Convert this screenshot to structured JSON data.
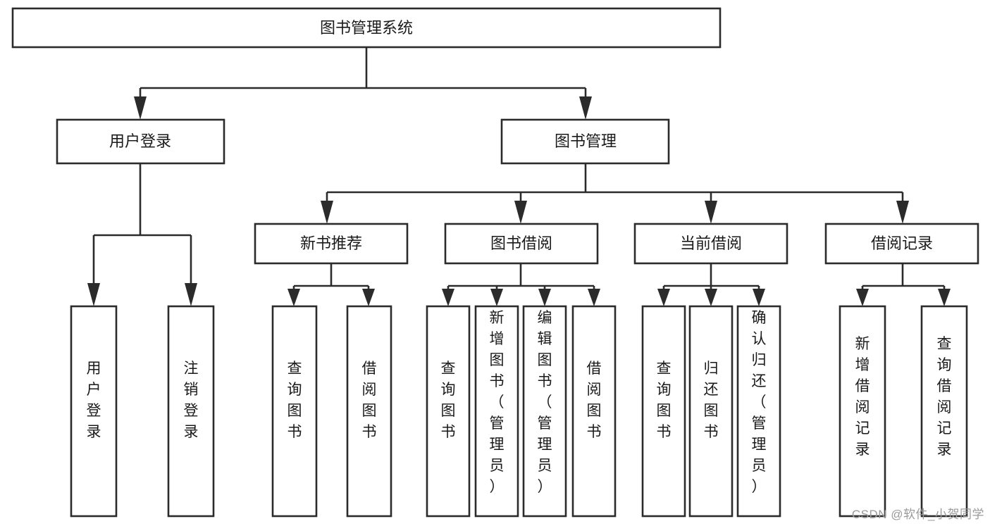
{
  "diagram": {
    "type": "tree",
    "title": "图书管理系统",
    "orientation": "top-down",
    "watermark": "CSDN @软件_小贺同学",
    "nodes": {
      "root": {
        "label": "图书管理系统",
        "level": 0
      },
      "user_login": {
        "label": "用户登录",
        "level": 1
      },
      "book_manage": {
        "label": "图书管理",
        "level": 1
      },
      "new_book_rec": {
        "label": "新书推荐",
        "level": 2
      },
      "book_borrow": {
        "label": "图书借阅",
        "level": 2
      },
      "current_borrow": {
        "label": "当前借阅",
        "level": 2
      },
      "borrow_record": {
        "label": "借阅记录",
        "level": 2
      },
      "leaf_user_login": {
        "label": "用户登录",
        "level": 3
      },
      "leaf_logout": {
        "label": "注销登录",
        "level": 3
      },
      "leaf_query_book_1": {
        "label": "查询图书",
        "level": 3
      },
      "leaf_borrow_book_1": {
        "label": "借阅图书",
        "level": 3
      },
      "leaf_query_book_2": {
        "label": "查询图书",
        "level": 3
      },
      "leaf_add_book": {
        "label": "新增图书（管理员）",
        "level": 3
      },
      "leaf_edit_book": {
        "label": "编辑图书（管理员）",
        "level": 3
      },
      "leaf_borrow_book_2": {
        "label": "借阅图书",
        "level": 3
      },
      "leaf_query_book_3": {
        "label": "查询图书",
        "level": 3
      },
      "leaf_return_book": {
        "label": "归还图书",
        "level": 3
      },
      "leaf_confirm_return": {
        "label": "确认归还（管理员）",
        "level": 3
      },
      "leaf_add_record": {
        "label": "新增借阅记录",
        "level": 3
      },
      "leaf_query_record": {
        "label": "查询借阅记录",
        "level": 3
      }
    },
    "edges": [
      {
        "from": "root",
        "to": "user_login"
      },
      {
        "from": "root",
        "to": "book_manage"
      },
      {
        "from": "user_login",
        "to": "leaf_user_login"
      },
      {
        "from": "user_login",
        "to": "leaf_logout"
      },
      {
        "from": "book_manage",
        "to": "new_book_rec"
      },
      {
        "from": "book_manage",
        "to": "book_borrow"
      },
      {
        "from": "book_manage",
        "to": "current_borrow"
      },
      {
        "from": "book_manage",
        "to": "borrow_record"
      },
      {
        "from": "new_book_rec",
        "to": "leaf_query_book_1"
      },
      {
        "from": "new_book_rec",
        "to": "leaf_borrow_book_1"
      },
      {
        "from": "book_borrow",
        "to": "leaf_query_book_2"
      },
      {
        "from": "book_borrow",
        "to": "leaf_add_book"
      },
      {
        "from": "book_borrow",
        "to": "leaf_edit_book"
      },
      {
        "from": "book_borrow",
        "to": "leaf_borrow_book_2"
      },
      {
        "from": "current_borrow",
        "to": "leaf_query_book_3"
      },
      {
        "from": "current_borrow",
        "to": "leaf_return_book"
      },
      {
        "from": "current_borrow",
        "to": "leaf_confirm_return"
      },
      {
        "from": "borrow_record",
        "to": "leaf_add_record"
      },
      {
        "from": "borrow_record",
        "to": "leaf_query_record"
      }
    ],
    "colors": {
      "box_stroke": "#2b2b2b",
      "box_fill": "#ffffff",
      "text": "#1a1a1a",
      "background": "#ffffff",
      "watermark": "#9a9a9a"
    }
  }
}
